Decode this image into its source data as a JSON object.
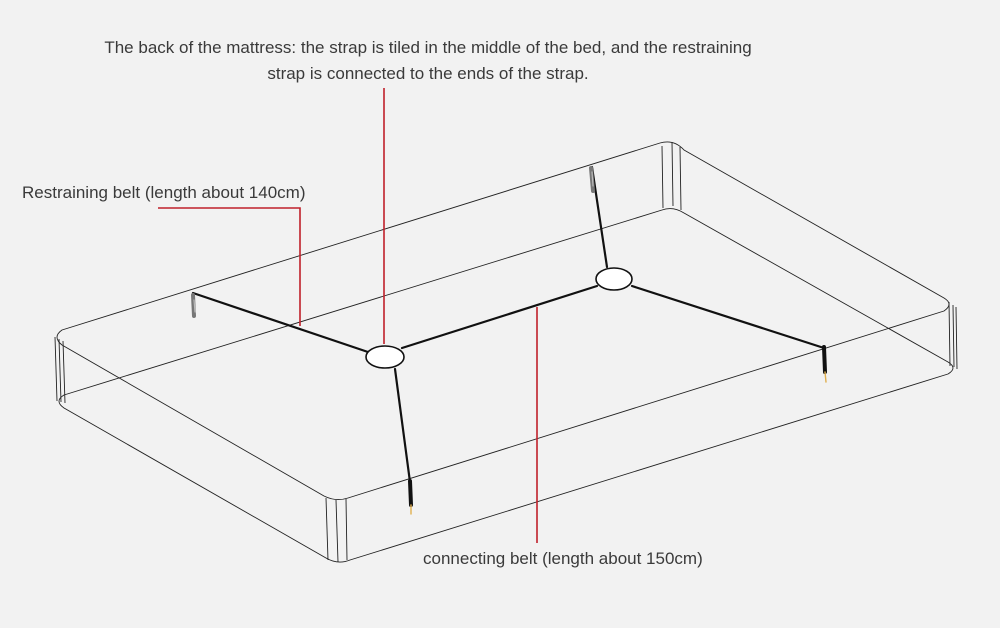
{
  "annotations": {
    "top_line1": "The back of the mattress: the strap is tiled in the middle of the bed, and the restraining",
    "top_line2": "strap is connected to the ends of the strap.",
    "restraining_belt": "Restraining belt (length about 140cm)",
    "connecting_belt": "connecting belt (length about 150cm)"
  },
  "colors": {
    "background": "#f2f2f2",
    "mattress_outline": "#222222",
    "strap": "#111111",
    "leader_line": "#c0202a",
    "text": "#3a3a3a",
    "clip": "#777777",
    "buckle": "#e0b050"
  }
}
